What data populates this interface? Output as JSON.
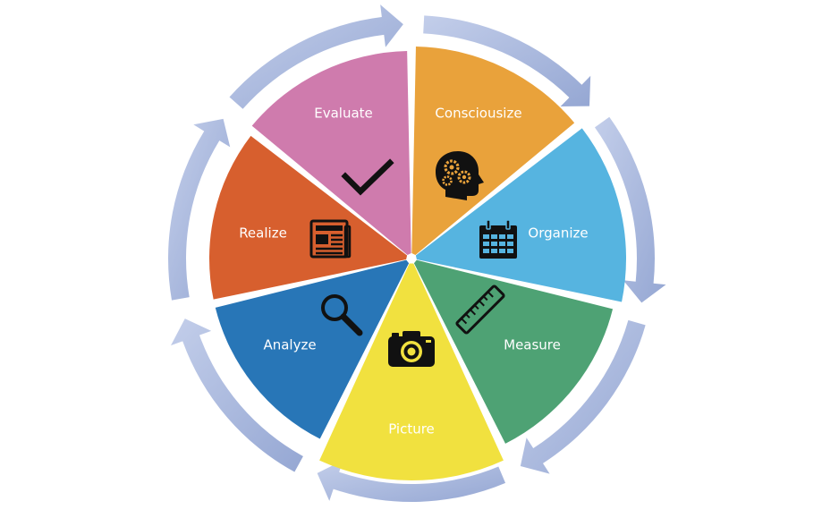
{
  "diagram": {
    "segments": [
      {
        "id": "consciousize",
        "label": "Consciousize",
        "color": "#E9A23B",
        "icon": "head-gears-icon"
      },
      {
        "id": "organize",
        "label": "Organize",
        "color": "#56B4E0",
        "icon": "calendar-icon"
      },
      {
        "id": "measure",
        "label": "Measure",
        "color": "#4EA274",
        "icon": "ruler-icon"
      },
      {
        "id": "picture",
        "label": "Picture",
        "color": "#F1E13F",
        "icon": "camera-icon"
      },
      {
        "id": "analyze",
        "label": "Analyze",
        "color": "#2876B7",
        "icon": "magnifier-icon"
      },
      {
        "id": "realize",
        "label": "Realize",
        "color": "#D75F2E",
        "icon": "newspaper-icon"
      },
      {
        "id": "evaluate",
        "label": "Evaluate",
        "color": "#CF7BAD",
        "icon": "checkmark-icon"
      }
    ],
    "arrow_color": "#A9B8DE"
  }
}
